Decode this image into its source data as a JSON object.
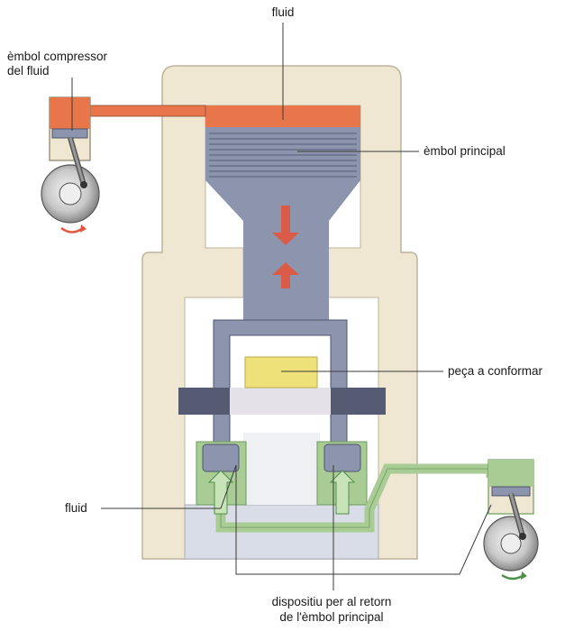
{
  "labels": {
    "fluid_top": "fluid",
    "compressor_line1": "èmbol compressor",
    "compressor_line2": "del fluid",
    "main_piston": "èmbol principal",
    "workpiece": "peça a conformar",
    "fluid_bottom": "fluid",
    "return_line1": "dispositiu per al retorn",
    "return_line2": "de l'èmbol principal"
  },
  "colors": {
    "body": "#efe7d2",
    "body_stroke": "#bdb49c",
    "fluid_orange": "#e8764a",
    "piston_blue": "#8c95ad",
    "piston_stripe": "#5f6884",
    "frame_dark": "#555b73",
    "workpiece_yellow": "#efe17a",
    "return_green": "#a9cc95",
    "return_green_dark": "#6b9a5d",
    "arrow_red": "#e2553d",
    "arrow_green": "#4f8f4a",
    "base_light": "#d9dde7"
  },
  "icons": {
    "up_down_arrows": "up-down-arrow-icon",
    "rotation_red": "rotation-arrow-icon",
    "rotation_green": "rotation-arrow-icon"
  }
}
